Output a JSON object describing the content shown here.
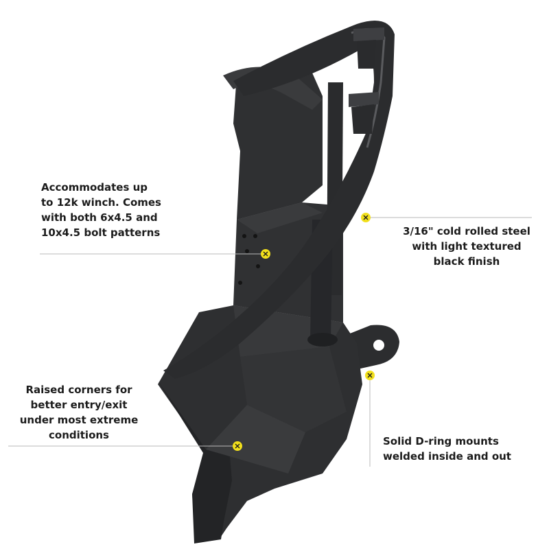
{
  "callouts": {
    "winch": {
      "lines": [
        "Accommodates up",
        "to 12k winch. Comes",
        "with both 6x4.5 and",
        "10x4.5 bolt patterns"
      ]
    },
    "steel": {
      "lines": [
        "3/16\" cold rolled steel",
        "with light textured",
        "black finish"
      ]
    },
    "corners": {
      "lines": [
        "Raised corners for",
        "better entry/exit",
        "under most extreme",
        "conditions"
      ]
    },
    "dring": {
      "lines": [
        "Solid D-ring mounts",
        "welded inside and out"
      ]
    }
  },
  "colors": {
    "marker": "#f2e01c",
    "leader_line": "#b9b9b9",
    "product": "#2b2c2e",
    "text": "#1b1b1b"
  },
  "icons": {
    "marker": "x-circle-marker-icon"
  }
}
